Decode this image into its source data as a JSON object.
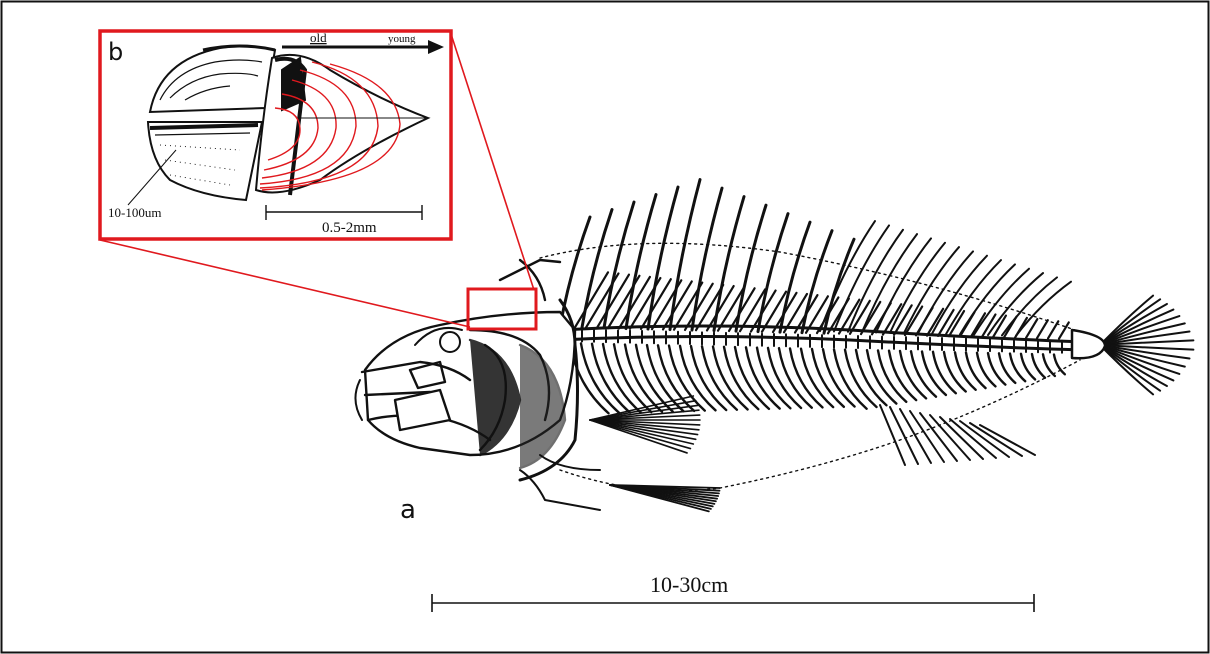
{
  "figure": {
    "panel_a_label": "a",
    "panel_b_label": "b",
    "fish_length_scale": "10-30cm",
    "otolith_section_scale": "0.5-2mm",
    "increment_width": "10-100um",
    "growth_axis_old": "old",
    "growth_axis_young": "young",
    "colors": {
      "highlight": "#e0191e",
      "ink": "#111111",
      "background": "#ffffff"
    }
  }
}
